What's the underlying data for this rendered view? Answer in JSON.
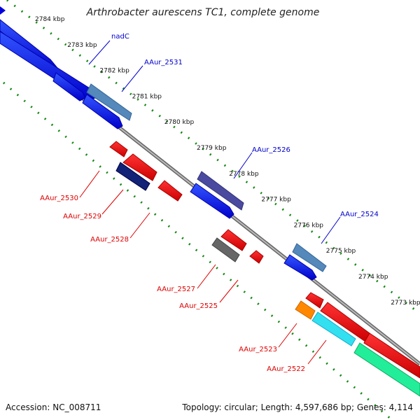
{
  "title": "Arthrobacter aurescens TC1, complete genome",
  "footer": {
    "accession": "Accession: NC_008711",
    "summary": "Topology: circular; Length: 4,597,686 bp; Genes: 4,114"
  },
  "ticks": [
    "2784 kbp",
    "2783 kbp",
    "2782 kbp",
    "2781 kbp",
    "2780 kbp",
    "2779 kbp",
    "2778 kbp",
    "2777 kbp",
    "2776 kbp",
    "2775 kbp",
    "2774 kbp",
    "2773 kbp"
  ],
  "colors": {
    "forward_label": "#0000cc",
    "reverse_label": "#dd0000",
    "backbone": "#888888",
    "dotted_guide": "#118811"
  },
  "genes": [
    {
      "name": "nadC",
      "strand": "forward"
    },
    {
      "name": "AAur_2531",
      "strand": "forward"
    },
    {
      "name": "AAur_2526",
      "strand": "forward"
    },
    {
      "name": "AAur_2524",
      "strand": "forward"
    },
    {
      "name": "AAur_2530",
      "strand": "reverse"
    },
    {
      "name": "AAur_2529",
      "strand": "reverse"
    },
    {
      "name": "AAur_2528",
      "strand": "reverse"
    },
    {
      "name": "AAur_2527",
      "strand": "reverse"
    },
    {
      "name": "AAur_2525",
      "strand": "reverse"
    },
    {
      "name": "AAur_2523",
      "strand": "reverse"
    },
    {
      "name": "AAur_2522",
      "strand": "reverse"
    }
  ]
}
